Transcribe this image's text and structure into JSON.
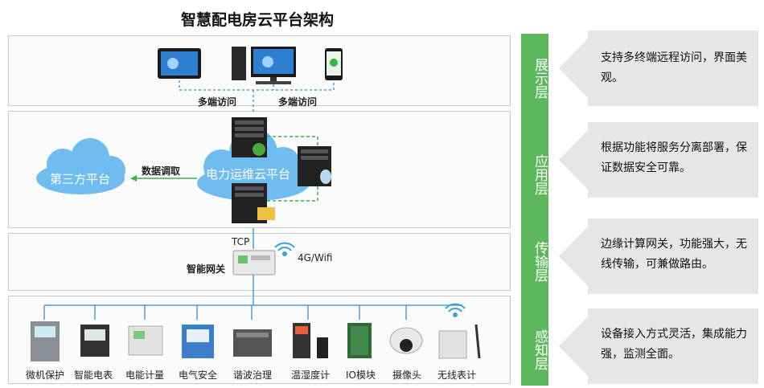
{
  "title": "智慧配电房云平台架构",
  "layers": [
    {
      "label": "展示层",
      "desc": "支持多终端远程访问，界面美观。"
    },
    {
      "label": "应用层",
      "desc": "根据功能将服务分离部署，保证数据安全可靠。"
    },
    {
      "label": "传输层",
      "desc": "边缘计算网关，功能强大，无线传输，可兼做路由。"
    },
    {
      "label": "感知层",
      "desc": "设备接入方式灵活，集成能力强，监测全面。"
    }
  ],
  "display": {
    "access_left": "多端访问",
    "access_right": "多端访问"
  },
  "application": {
    "third_party": "第三方平台",
    "data_call": "数据调取",
    "cloud": "电力运维云平台"
  },
  "transport": {
    "tcp": "TCP",
    "wireless": "4G/Wifi",
    "gateway": "智能网关"
  },
  "devices": [
    "微机保护",
    "智能电表",
    "电能计量",
    "电气安全",
    "谐波治理",
    "温湿度计",
    "IO模块",
    "摄像头",
    "无线表计"
  ],
  "colors": {
    "green": "#5cb85c",
    "cloud": "#4aa8e6",
    "arrow_bg": "#e8e8e8",
    "line": "#4a9fd8"
  }
}
